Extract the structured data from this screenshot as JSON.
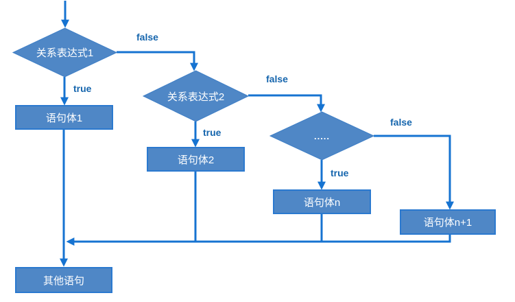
{
  "diagram": {
    "type": "flowchart",
    "description": "if / else-if cascade flowchart"
  },
  "nodes": {
    "cond1": {
      "label": "关系表达式1",
      "shape": "diamond"
    },
    "cond2": {
      "label": "关系表达式2",
      "shape": "diamond"
    },
    "cond3": {
      "label": ".....",
      "shape": "diamond"
    },
    "stmt1": {
      "label": "语句体1",
      "shape": "rect"
    },
    "stmt2": {
      "label": "语句体2",
      "shape": "rect"
    },
    "stmt_n": {
      "label": "语句体n",
      "shape": "rect"
    },
    "stmt_n1": {
      "label": "语句体n+1",
      "shape": "rect"
    },
    "other": {
      "label": "其他语句",
      "shape": "rect"
    }
  },
  "edges": {
    "cond1_true": "true",
    "cond1_false": "false",
    "cond2_true": "true",
    "cond2_false": "false",
    "cond3_true": "true",
    "cond3_false": "false"
  },
  "colors": {
    "node_fill": "#4f87c6",
    "node_border": "#2b79cf",
    "connector": "#1673d1",
    "edge_label": "#1565ad",
    "node_text": "#ffffff",
    "background": "#ffffff"
  }
}
